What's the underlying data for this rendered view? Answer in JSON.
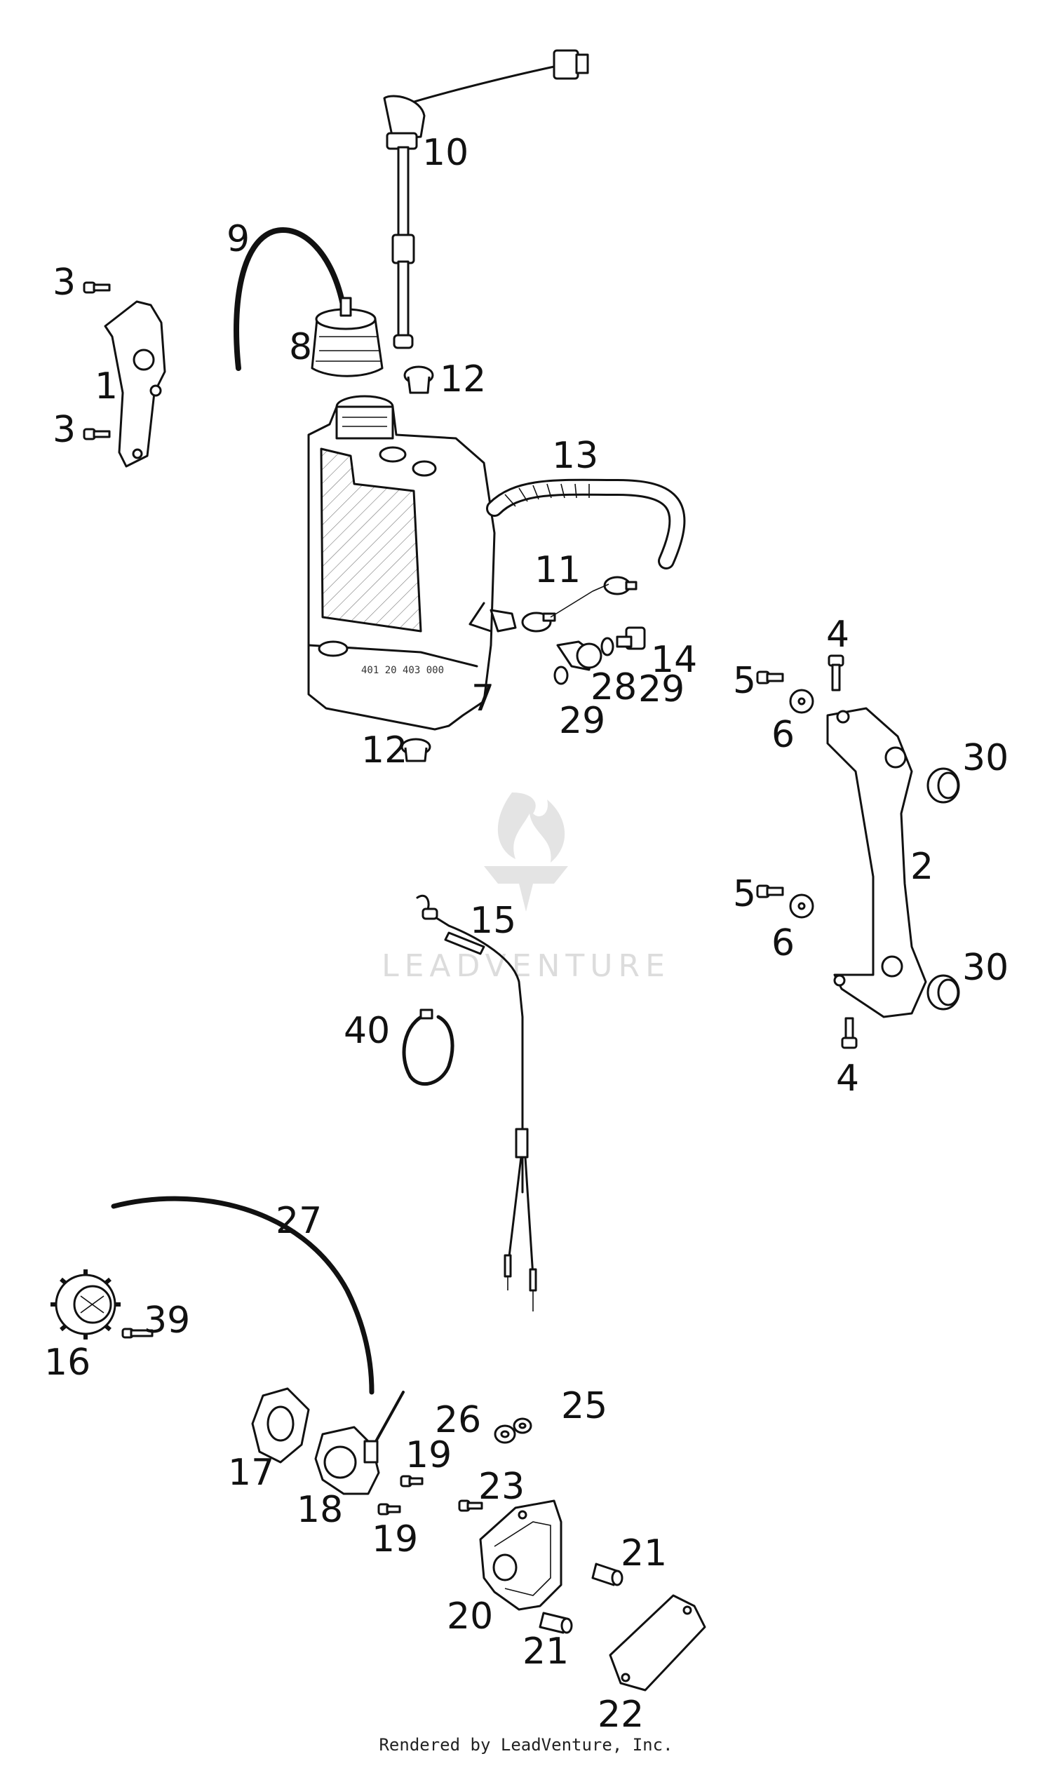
{
  "watermark": {
    "brand": "LEADVENTURE"
  },
  "footer": {
    "text": "Rendered by LeadVenture, Inc."
  },
  "callouts": {
    "c1": "1",
    "c2": "2",
    "c3a": "3",
    "c3b": "3",
    "c4a": "4",
    "c4b": "4",
    "c5a": "5",
    "c5b": "5",
    "c6a": "6",
    "c6b": "6",
    "c7": "7",
    "c8": "8",
    "c9": "9",
    "c10": "10",
    "c11": "11",
    "c12a": "12",
    "c12b": "12",
    "c13": "13",
    "c14": "14",
    "c15": "15",
    "c16": "16",
    "c17": "17",
    "c18": "18",
    "c19a": "19",
    "c19b": "19",
    "c20": "20",
    "c21a": "21",
    "c21b": "21",
    "c22": "22",
    "c23": "23",
    "c25": "25",
    "c26": "26",
    "c27": "27",
    "c28": "28",
    "c29a": "29",
    "c29b": "29",
    "c30a": "30",
    "c30b": "30",
    "c39": "39",
    "c40": "40"
  }
}
